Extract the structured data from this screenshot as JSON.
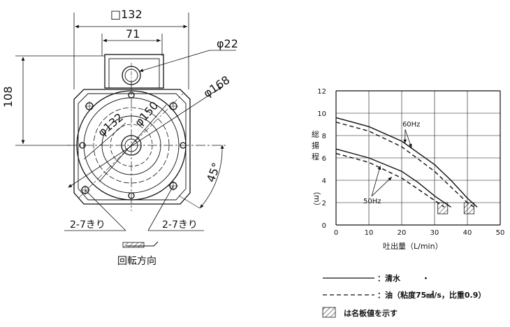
{
  "drawing": {
    "dim_square": "□132",
    "dim_71": "71",
    "dim_108": "108",
    "dim_phi22": "φ22",
    "dim_phi168": "φ168",
    "dim_phi150": "φ150",
    "dim_phi132": "φ132",
    "dim_45deg": "45°",
    "hole_label_left": "2-7きり",
    "hole_label_right": "2-7きり",
    "rotation_label": "回転方向"
  },
  "chart_data": {
    "type": "line",
    "xlabel": "吐出量（L/min）",
    "ylabel_chars": [
      "総",
      "揚",
      "程"
    ],
    "ylabel_unit": "（m）",
    "x_ticks": [
      0,
      10,
      20,
      30,
      40,
      50
    ],
    "y_ticks": [
      0,
      2,
      4,
      6,
      8,
      10,
      12
    ],
    "xlim": [
      0,
      50
    ],
    "ylim": [
      0,
      12
    ],
    "grid": true,
    "series": [
      {
        "name": "60Hz",
        "style": "solid",
        "x": [
          0,
          10,
          20,
          30,
          35,
          40,
          43
        ],
        "y": [
          9.6,
          8.8,
          7.5,
          5.4,
          4.0,
          2.4,
          1.6
        ]
      },
      {
        "name": "60Hz",
        "style": "dashed",
        "x": [
          0,
          10,
          20,
          30,
          35,
          40,
          42
        ],
        "y": [
          9.2,
          8.4,
          7.0,
          4.8,
          3.4,
          2.0,
          1.6
        ]
      },
      {
        "name": "50Hz",
        "style": "solid",
        "x": [
          0,
          10,
          20,
          25,
          30,
          35
        ],
        "y": [
          6.8,
          6.0,
          4.8,
          3.8,
          2.6,
          1.6
        ]
      },
      {
        "name": "50Hz",
        "style": "dashed",
        "x": [
          0,
          10,
          20,
          25,
          30,
          33
        ],
        "y": [
          6.4,
          5.6,
          4.2,
          3.2,
          2.2,
          1.6
        ]
      }
    ],
    "annotations": [
      {
        "text": "60Hz",
        "x": 18.5,
        "y": 8.3
      },
      {
        "text": "50Hz",
        "x": 10,
        "y": 2.2
      }
    ],
    "rating_boxes": [
      {
        "x": [
          31,
          34
        ],
        "y": [
          1.0,
          2.0
        ]
      },
      {
        "x": [
          39,
          42
        ],
        "y": [
          1.0,
          2.0
        ]
      }
    ]
  },
  "legend": {
    "solid_label": "：清水",
    "solid_mark": "・",
    "dashed_label": "：油（粘度75㎟/s，比重0.9）",
    "hatch_label": "は名板値を示す"
  }
}
